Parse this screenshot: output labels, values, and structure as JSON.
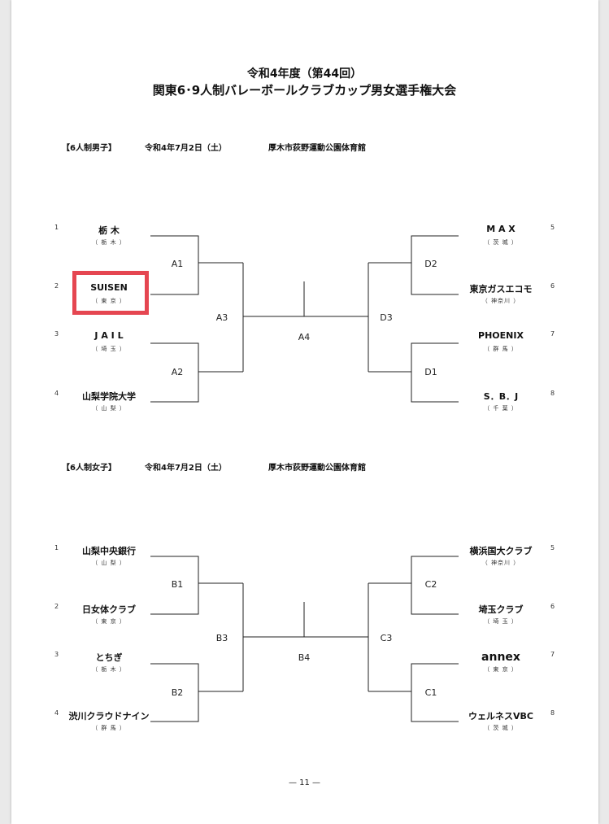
{
  "title_line1": "令和4年度（第44回）",
  "title_line2": "関東6･9人制バレーボールクラブカップ男女選手権大会",
  "men": {
    "header": "【6人制男子】",
    "date": "令和4年7月2日（土）",
    "venue": "厚木市荻野運動公園体育館",
    "left_teams": [
      {
        "seed": "1",
        "name": "栃 木",
        "pref": "（ 栃 木 ）"
      },
      {
        "seed": "2",
        "name": "SUISEN",
        "pref": "（ 東 京 ）"
      },
      {
        "seed": "3",
        "name": "J A I L",
        "pref": "（ 埼 玉 ）"
      },
      {
        "seed": "4",
        "name": "山梨学院大学",
        "pref": "（ 山 梨 ）"
      }
    ],
    "right_teams": [
      {
        "seed": "5",
        "name": "M A X",
        "pref": "（ 茨 城 ）"
      },
      {
        "seed": "6",
        "name": "東京ガスエコモ",
        "pref": "（ 神奈川 ）"
      },
      {
        "seed": "7",
        "name": "PHOENIX",
        "pref": "（ 群 馬 ）"
      },
      {
        "seed": "8",
        "name": "S．B．J",
        "pref": "（ 千 葉 ）"
      }
    ],
    "match_labels": {
      "r1_top_left": "A1",
      "r1_bot_left": "A2",
      "semi_left": "A3",
      "final": "A4",
      "semi_right": "D3",
      "r1_top_right": "D2",
      "r1_bot_right": "D1"
    }
  },
  "women": {
    "header": "【6人制女子】",
    "date": "令和4年7月2日（土）",
    "venue": "厚木市荻野運動公園体育館",
    "left_teams": [
      {
        "seed": "1",
        "name": "山梨中央銀行",
        "pref": "（ 山 梨 ）"
      },
      {
        "seed": "2",
        "name": "日女体クラブ",
        "pref": "（ 東 京 ）"
      },
      {
        "seed": "3",
        "name": "とちぎ",
        "pref": "（ 栃 木 ）"
      },
      {
        "seed": "4",
        "name": "渋川クラウドナイン",
        "pref": "（ 群 馬 ）"
      }
    ],
    "right_teams": [
      {
        "seed": "5",
        "name": "横浜国大クラブ",
        "pref": "（ 神奈川 ）"
      },
      {
        "seed": "6",
        "name": "埼玉クラブ",
        "pref": "（ 埼 玉 ）"
      },
      {
        "seed": "7",
        "name": "annex",
        "pref": "（ 東 京 ）"
      },
      {
        "seed": "8",
        "name": "ウェルネスVBC",
        "pref": "（ 茨 城 ）"
      }
    ],
    "match_labels": {
      "r1_top_left": "B1",
      "r1_bot_left": "B2",
      "semi_left": "B3",
      "final": "B4",
      "semi_right": "C3",
      "r1_top_right": "C2",
      "r1_bot_right": "C1"
    }
  },
  "page_number": "— 11 —",
  "highlight_color": "#e54651"
}
